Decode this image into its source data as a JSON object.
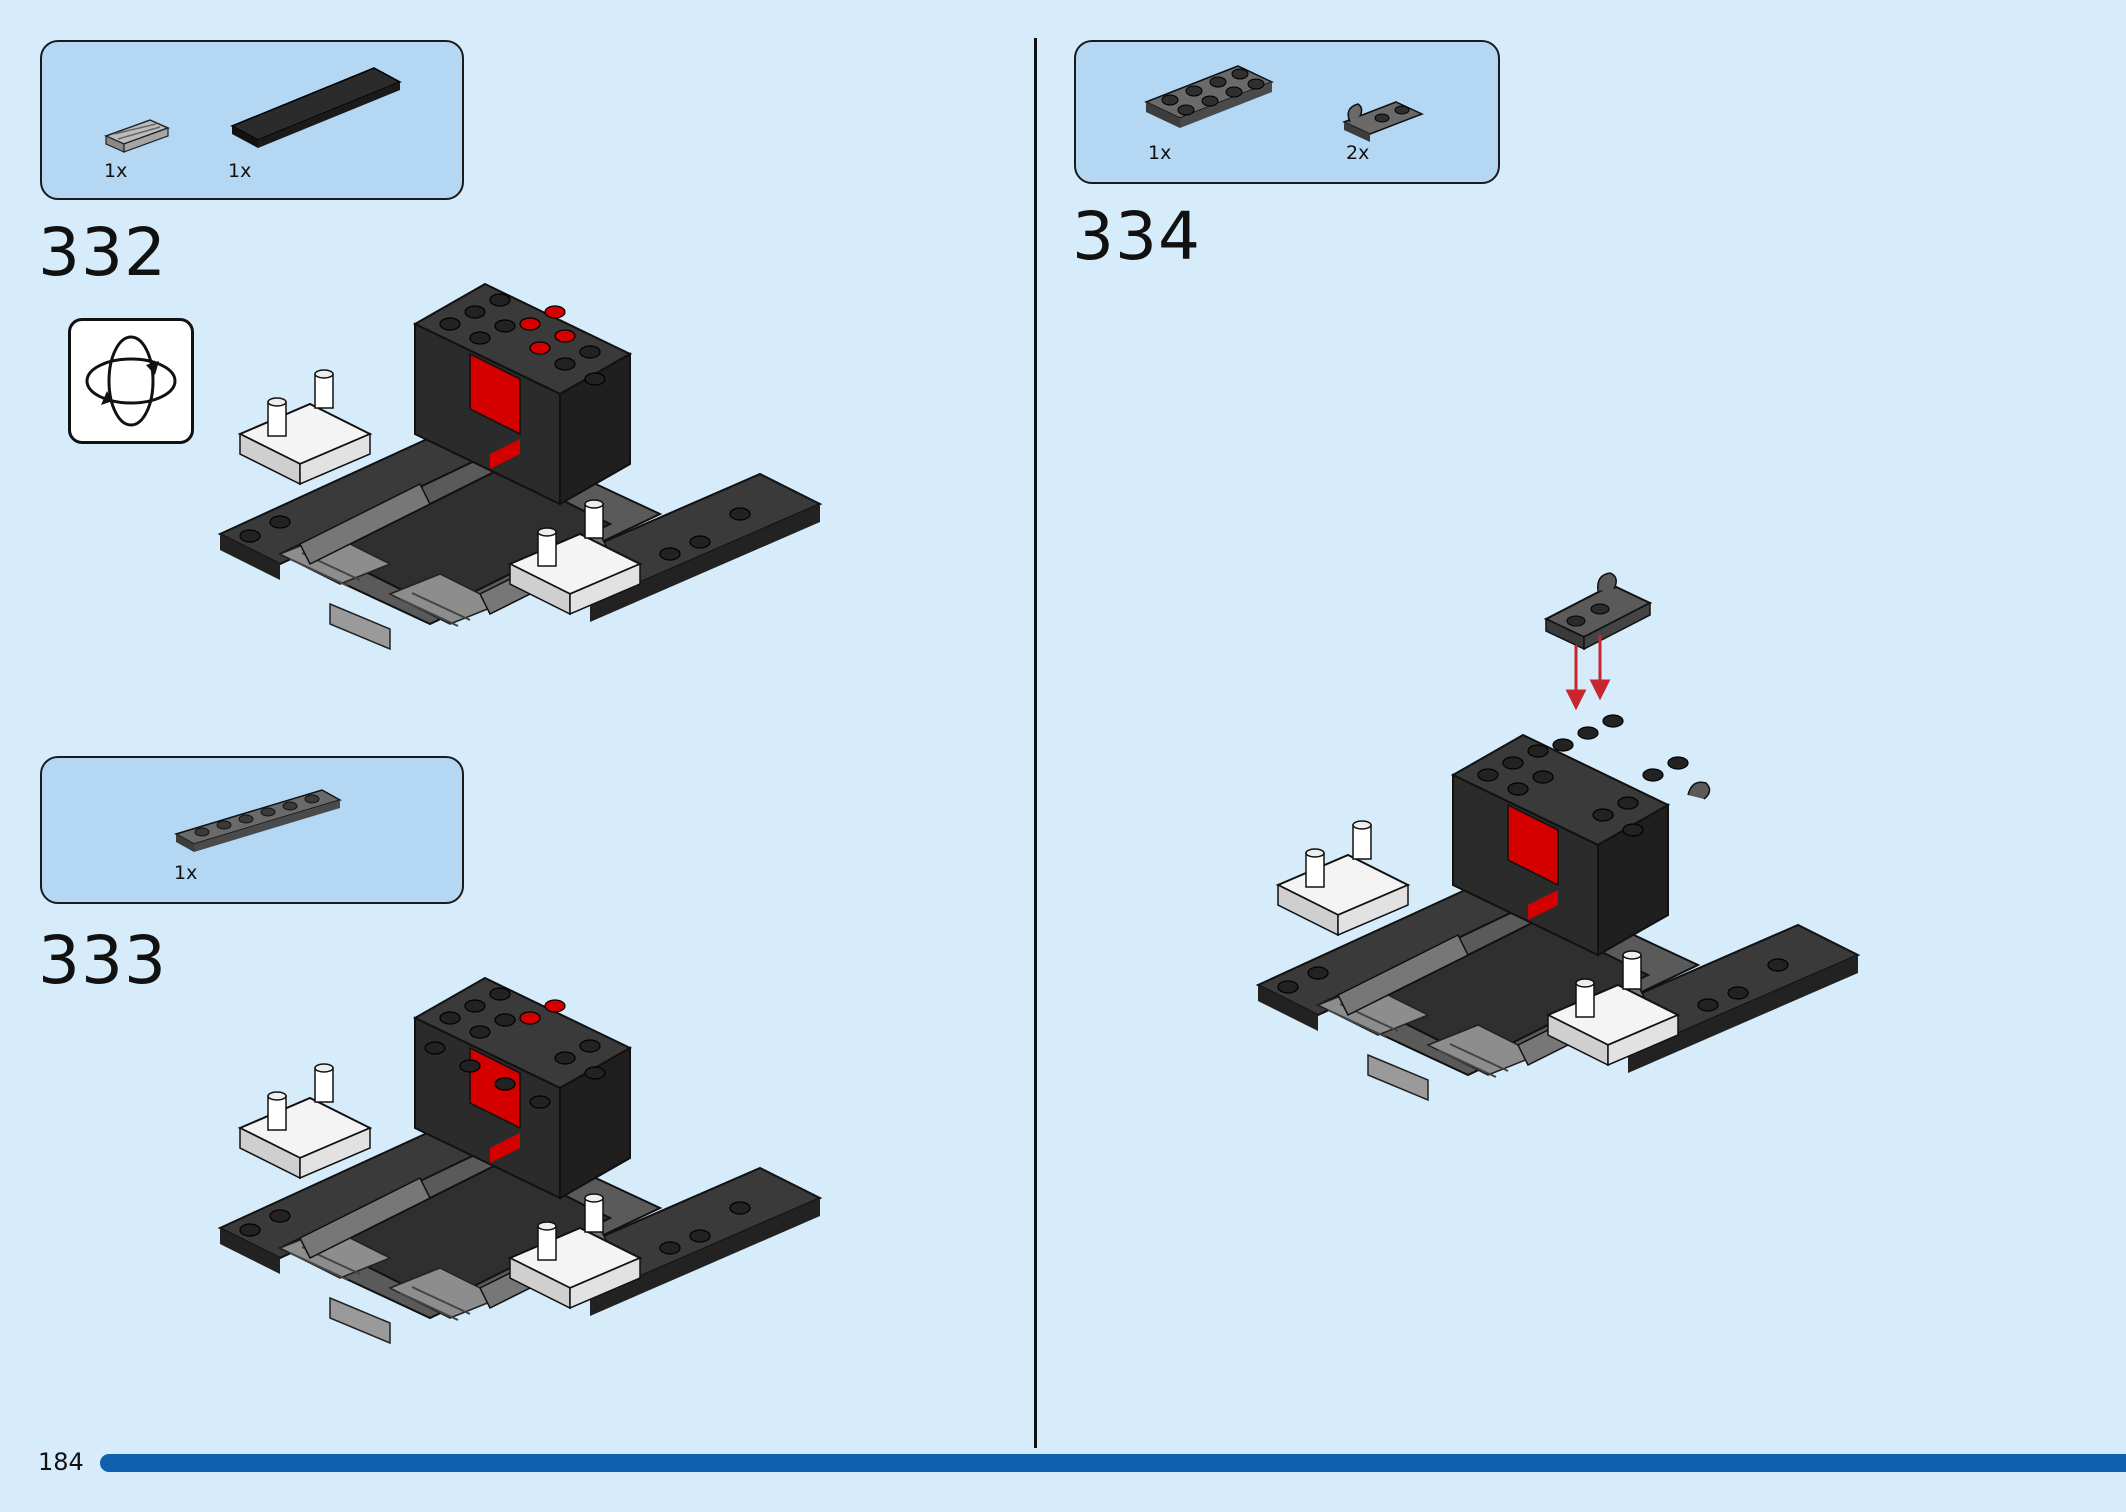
{
  "page": {
    "number": "184"
  },
  "steps": [
    {
      "number": "332",
      "parts": [
        {
          "qty": "1x",
          "icon": "grille-tile-light-gray-icon"
        },
        {
          "qty": "1x",
          "icon": "long-black-tile-icon"
        }
      ],
      "callout_icon": "rotate-model-icon"
    },
    {
      "number": "333",
      "parts": [
        {
          "qty": "1x",
          "icon": "dark-gray-plate-1x6-icon"
        }
      ]
    },
    {
      "number": "334",
      "parts": [
        {
          "qty": "1x",
          "icon": "dark-gray-plate-2x4-icon"
        },
        {
          "qty": "2x",
          "icon": "plate-with-clip-icon"
        }
      ]
    }
  ],
  "colors": {
    "background": "#d6ecfb",
    "parts_box": "#b4d8f4",
    "progress_bar": "#0f5fae",
    "brick_black": "#2b2b2b",
    "brick_dark_gray": "#5a5a5a",
    "brick_red": "#d40000",
    "brick_white": "#f4f4f4",
    "arrow_red": "#c8262e"
  }
}
